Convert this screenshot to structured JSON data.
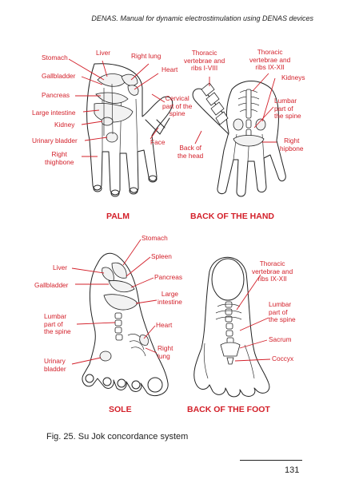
{
  "header": {
    "running_head": "DENAS. Manual for dynamic electrostimulation using DENAS devices"
  },
  "palm": {
    "title": "PALM",
    "labels": {
      "stomach": "Stomach",
      "liver": "Liver",
      "right_lung": "Right lung",
      "heart": "Heart",
      "gallbladder": "Gallbladder",
      "pancreas": "Pancreas",
      "large_intestine": "Large intestine",
      "kidney": "Kidney",
      "urinary_bladder": "Urinary bladder",
      "right_thighbone": "Right\nthighbone",
      "cervical_spine": "Cervical\npart of the\nspine",
      "face": "Face"
    }
  },
  "back_of_hand": {
    "title": "BACK OF THE HAND",
    "labels": {
      "thoracic_1_8": "Thoracic\nvertebrae and\nribs I-VIII",
      "thoracic_9_12": "Thoracic\nvertebrae and\nribs IX-XII",
      "kidneys": "Kidneys",
      "lumbar": "Lumbar\npart of\nthe spine",
      "back_of_head": "Back of\nthe head",
      "right_hipbone": "Right\nhipbone"
    }
  },
  "sole": {
    "title": "SOLE",
    "labels": {
      "stomach": "Stomach",
      "spleen": "Spleen",
      "liver": "Liver",
      "pancreas": "Pancreas",
      "gallbladder": "Gallbladder",
      "large_intestine": "Large\nintestine",
      "lumbar": "Lumbar\npart of\nthe spine",
      "heart": "Heart",
      "right_lung": "Right\nlung",
      "urinary_bladder": "Urinary\nbladder"
    }
  },
  "back_of_foot": {
    "title": "BACK OF THE FOOT",
    "labels": {
      "thoracic_9_12": "Thoracic\nvertebrae and\nribs IX-XII",
      "lumbar": "Lumbar\npart of\nthe spine",
      "sacrum": "Sacrum",
      "coccyx": "Coccyx"
    }
  },
  "caption": "Fig. 25. Su Jok concordance system",
  "page_number": "131",
  "colors": {
    "label_red": "#d3202a",
    "ink": "#222222"
  }
}
